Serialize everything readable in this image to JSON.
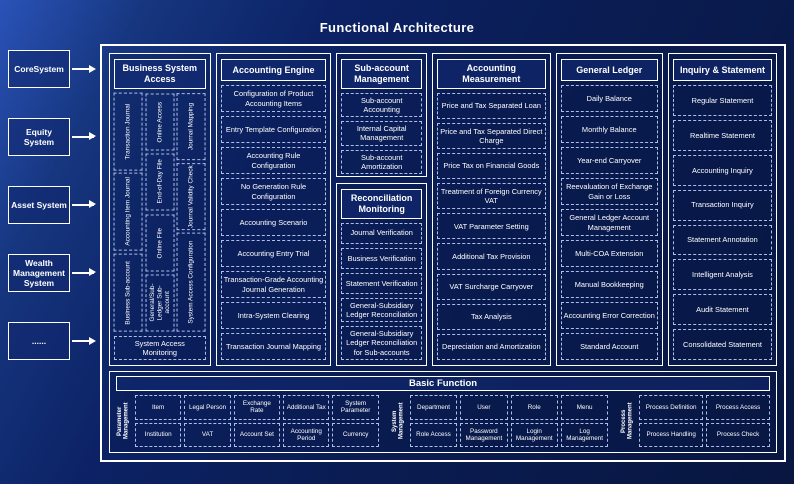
{
  "title": "Functional Architecture",
  "colors": {
    "background": "#0a1c52",
    "border": "#ffffff",
    "dashed_border": "#aebee8",
    "text": "#ffffff"
  },
  "left_panel": {
    "systems": [
      "CoreSystem",
      "Equity System",
      "Asset System",
      "Wealth Management System",
      "......"
    ]
  },
  "business_system_access": {
    "header": "Business System Access",
    "col_a": [
      "Transaction Journal",
      "Accounting Item Journal",
      "Business Sub-account"
    ],
    "col_b": [
      "Online Access",
      "End-of-Day File",
      "Online File",
      "General/Sub-Ledger Sub-account"
    ],
    "col_c": [
      "Journal Mapping",
      "Journal Validity Check",
      "System Access Configuration"
    ],
    "bottom": "System Access Monitoring"
  },
  "accounting_engine": {
    "header": "Accounting Engine",
    "items": [
      "Configuration of Product Accounting Items",
      "Entry Template Configuration",
      "Accounting Rule Configuration",
      "No Generation Rule Configuration",
      "Accounting Scenario",
      "Accounting Entry Trial",
      "Transaction-Grade Accounting Journal Generation",
      "Intra-System Clearing",
      "Transaction Journal Mapping"
    ]
  },
  "sub_account_management": {
    "header": "Sub-account Management",
    "items": [
      "Sub-account Accounting",
      "Internal Capital Management",
      "Sub-account Amortization"
    ]
  },
  "reconciliation_monitoring": {
    "header": "Reconciliation Monitoring",
    "items": [
      "Journal Verification",
      "Business Verification",
      "Statement Verification",
      "General-Subsidiary Ledger Reconciliation",
      "General-Subsidiary Ledger Reconciliation for Sub-accounts"
    ]
  },
  "accounting_measurement": {
    "header": "Accounting Measurement",
    "items": [
      "Price and Tax Separated Loan",
      "Price and Tax Separated Direct Charge",
      "Price Tax on Financial Goods",
      "Treatment of Foreign Currency VAT",
      "VAT Parameter Setting",
      "Additional Tax Provision",
      "VAT Surcharge Carryover",
      "Tax Analysis",
      "Depreciation and Amortization"
    ]
  },
  "general_ledger": {
    "header": "General Ledger",
    "items": [
      "Daily Balance",
      "Monthly Balance",
      "Year-end Carryover",
      "Reevaluation of Exchange Gain or Loss",
      "General Ledger Account Management",
      "Multi-COA Extension",
      "Manual Bookkeeping",
      "Accounting Error Correction",
      "Standard Account"
    ]
  },
  "inquiry_statement": {
    "header": "Inquiry & Statement",
    "items": [
      "Regular Statement",
      "Realtime Statement",
      "Accounting Inquiry",
      "Transaction Inquiry",
      "Statement Annotation",
      "Intelligent Analysis",
      "Audit Statement",
      "Consolidated Statement"
    ]
  },
  "basic_function": {
    "header": "Basic Function",
    "parameter_management": {
      "label": "Parameter Management",
      "row1": [
        "Item",
        "Legal Person",
        "Exchange Rate",
        "Additional Tax",
        "System Parameter"
      ],
      "row2": [
        "Institution",
        "VAT",
        "Account Set",
        "Accounting Period",
        "Currency"
      ]
    },
    "system_management": {
      "label": "System Management",
      "row1": [
        "Department",
        "User",
        "Role",
        "Menu"
      ],
      "row2": [
        "Role Access",
        "Password Management",
        "Login Management",
        "Log Management"
      ]
    },
    "process_management": {
      "label": "Process Management",
      "row1": [
        "Process Definition",
        "Process Access"
      ],
      "row2": [
        "Process Handling",
        "Process Check"
      ]
    }
  }
}
